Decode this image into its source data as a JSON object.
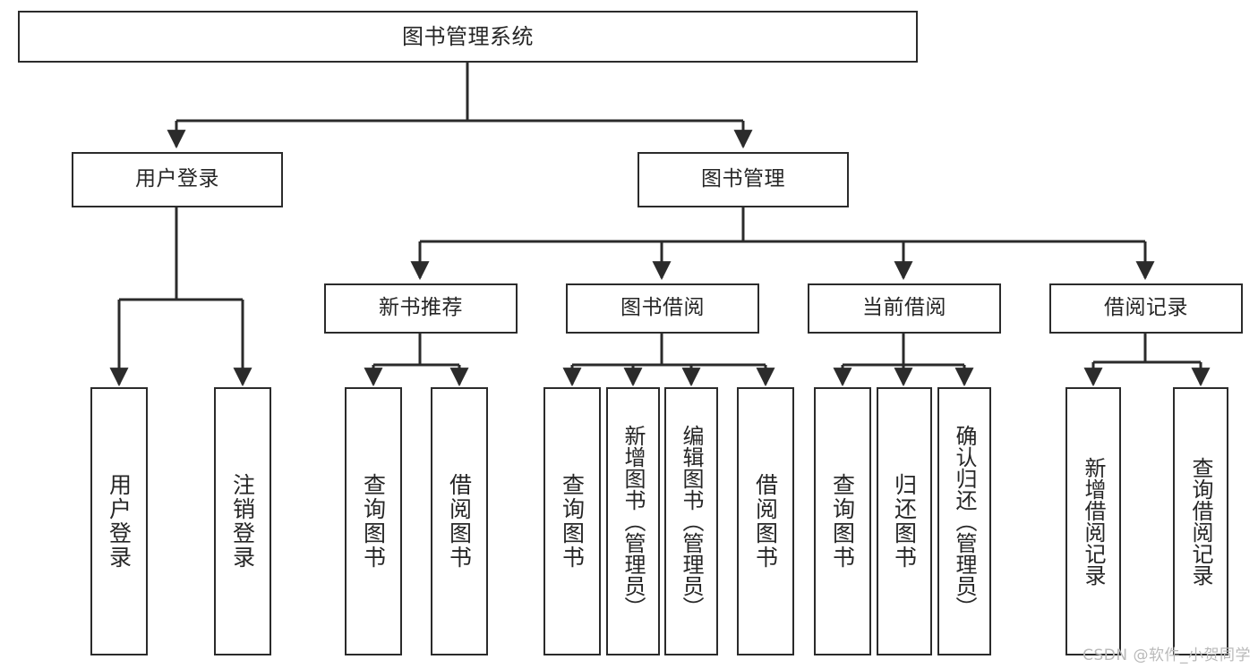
{
  "diagram": {
    "title": "图书管理系统",
    "type": "tree",
    "watermark": "CSDN @软件_小贺同学",
    "colors": {
      "box_border": "#2b2b2b",
      "box_fill": "#ffffff",
      "edge": "#2b2b2b",
      "text": "#262626",
      "watermark": "#b9b9b9"
    },
    "nodes": {
      "root": {
        "label": "图书管理系统"
      },
      "level2": [
        {
          "label": "用户登录"
        },
        {
          "label": "图书管理"
        }
      ],
      "level3": [
        {
          "label": "新书推荐"
        },
        {
          "label": "图书借阅"
        },
        {
          "label": "当前借阅"
        },
        {
          "label": "借阅记录"
        }
      ],
      "leaves": {
        "user_login": [
          {
            "label": "用户登录"
          },
          {
            "label": "注销登录"
          }
        ],
        "new_book": [
          {
            "label": "查询图书"
          },
          {
            "label": "借阅图书"
          }
        ],
        "book_borrow": [
          {
            "label": "查询图书"
          },
          {
            "label": "新增图书（管理员）"
          },
          {
            "label": "编辑图书（管理员）"
          },
          {
            "label": "借阅图书"
          }
        ],
        "current_borrow": [
          {
            "label": "查询图书"
          },
          {
            "label": "归还图书"
          },
          {
            "label": "确认归还（管理员）"
          }
        ],
        "borrow_record": [
          {
            "label": "新增借阅记录"
          },
          {
            "label": "查询借阅记录"
          }
        ]
      }
    }
  }
}
